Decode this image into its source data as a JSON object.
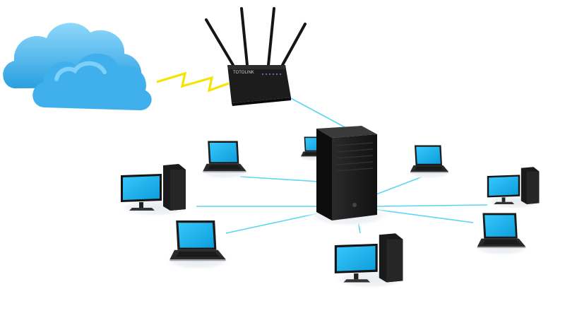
{
  "diagram": {
    "nodes": [
      {
        "id": "cloud",
        "icon": "cloud-icon"
      },
      {
        "id": "router",
        "icon": "router-icon",
        "label": "TOTOLINK"
      },
      {
        "id": "server",
        "icon": "server-icon"
      },
      {
        "id": "laptop-top-left",
        "icon": "laptop-icon"
      },
      {
        "id": "laptop-top-center",
        "icon": "laptop-icon"
      },
      {
        "id": "laptop-top-right",
        "icon": "laptop-icon"
      },
      {
        "id": "desktop-left",
        "icon": "desktop-icon"
      },
      {
        "id": "desktop-right",
        "icon": "desktop-icon"
      },
      {
        "id": "laptop-bottom-left",
        "icon": "laptop-icon"
      },
      {
        "id": "desktop-bottom",
        "icon": "desktop-icon"
      },
      {
        "id": "laptop-bottom-right",
        "icon": "laptop-icon"
      }
    ],
    "links": [
      {
        "from": "cloud",
        "to": "router",
        "kind": "wireless"
      },
      {
        "from": "router",
        "to": "server",
        "kind": "wired"
      },
      {
        "from": "server",
        "to": "laptop-top-left",
        "kind": "wired"
      },
      {
        "from": "server",
        "to": "laptop-top-center",
        "kind": "wired"
      },
      {
        "from": "server",
        "to": "laptop-top-right",
        "kind": "wired"
      },
      {
        "from": "server",
        "to": "desktop-left",
        "kind": "wired"
      },
      {
        "from": "server",
        "to": "desktop-right",
        "kind": "wired"
      },
      {
        "from": "server",
        "to": "laptop-bottom-left",
        "kind": "wired"
      },
      {
        "from": "server",
        "to": "desktop-bottom",
        "kind": "wired"
      },
      {
        "from": "server",
        "to": "laptop-bottom-right",
        "kind": "wired"
      }
    ]
  },
  "colors": {
    "link": "#5cd6f0",
    "wireless_bolt": "#f5e400",
    "screen": "#1bb8f5",
    "screen_dark": "#0e8fd0",
    "cloud": "#4ab8ee",
    "cloud_highlight": "#8fd8fb",
    "device_body": "#1c1c1c",
    "device_edge": "#3a3a3a",
    "shadow_disc": "#eef1f4"
  }
}
